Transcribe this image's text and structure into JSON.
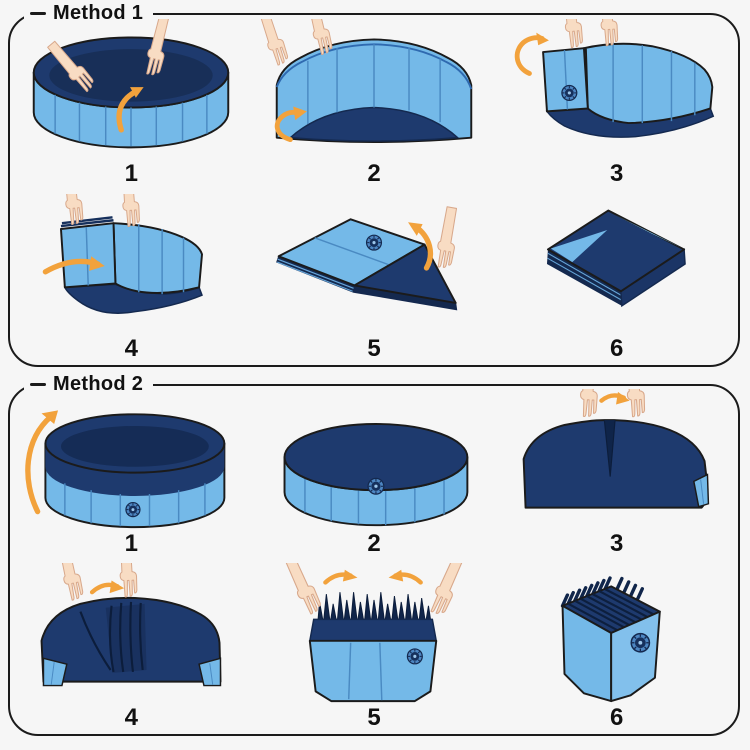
{
  "palette": {
    "pool_light_blue": "#74b9e8",
    "pool_navy": "#1e3a6e",
    "arrow_orange": "#f2a23c",
    "outline_black": "#1b1b1b",
    "hand_skin": "#f8dcc3",
    "background": "#f6f6f6"
  },
  "methods": [
    {
      "title": "Method 1",
      "steps": [
        {
          "label": "1"
        },
        {
          "label": "2"
        },
        {
          "label": "3"
        },
        {
          "label": "4"
        },
        {
          "label": "5"
        },
        {
          "label": "6"
        }
      ]
    },
    {
      "title": "Method 2",
      "steps": [
        {
          "label": "1"
        },
        {
          "label": "2"
        },
        {
          "label": "3"
        },
        {
          "label": "4"
        },
        {
          "label": "5"
        },
        {
          "label": "6"
        }
      ]
    }
  ]
}
